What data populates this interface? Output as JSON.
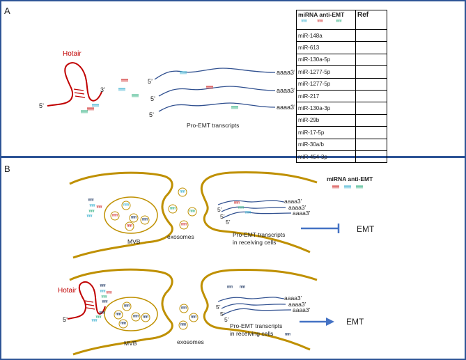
{
  "panel_a": {
    "letter": "A",
    "hotair_label": "Hotair",
    "five_prime": "5’",
    "three_prime": "3’",
    "transcripts": [
      {
        "five": "5’",
        "tail": "aaaa3’"
      },
      {
        "five": "5’",
        "tail": "aaaa3’"
      },
      {
        "five": "5’",
        "tail": "aaaa3’"
      }
    ],
    "transcripts_caption": "Pro-EMT transcripts",
    "table": {
      "header_mirna": "miRNA anti-EMT",
      "header_ref": "Ref",
      "rows": [
        "miR-148a",
        "miR-613",
        "miR-130a-5p",
        "miR-1277-5p",
        "miR-1277-5p",
        "miR-217",
        "miR-130a-3p",
        "miR-29b",
        "miR-17-5p",
        "miR-30a/b",
        "miR-454-3p"
      ]
    }
  },
  "panel_b": {
    "letter": "B",
    "legend_title": "miRNA anti-EMT",
    "top": {
      "mvb_label": "MVB",
      "exosomes_label": "exosomes",
      "receiving_line1": "Pro-EMT transcripts",
      "receiving_line2": "in receiving cells",
      "five_primes": [
        "5’",
        "5’",
        "5’"
      ],
      "tails": [
        "aaaa3’",
        "aaaa3’",
        "aaaa3’"
      ],
      "outcome": "EMT"
    },
    "bottom": {
      "hotair_label": "Hotair",
      "five_prime": "5’",
      "mvb_label": "MVB",
      "exosomes_label": "exosomes",
      "receiving_line1": "Pro-EMT transcripts",
      "receiving_line2": "in receiving cells",
      "five_primes": [
        "5’",
        "5’",
        "5’"
      ],
      "tails": [
        "aaaa3’",
        "aaaa3’",
        "aaaa3’"
      ],
      "outcome": "EMT"
    }
  },
  "colors": {
    "frame": "#2e5496",
    "membrane": "#bf9000",
    "hotair": "#c00000",
    "mrna": "#2f4f8f",
    "mirna_cyan": "#3ab0d0",
    "mirna_red": "#d03030",
    "mirna_green": "#30b080",
    "mirna_navy": "#1f3864",
    "arrow": "#4472c4"
  }
}
